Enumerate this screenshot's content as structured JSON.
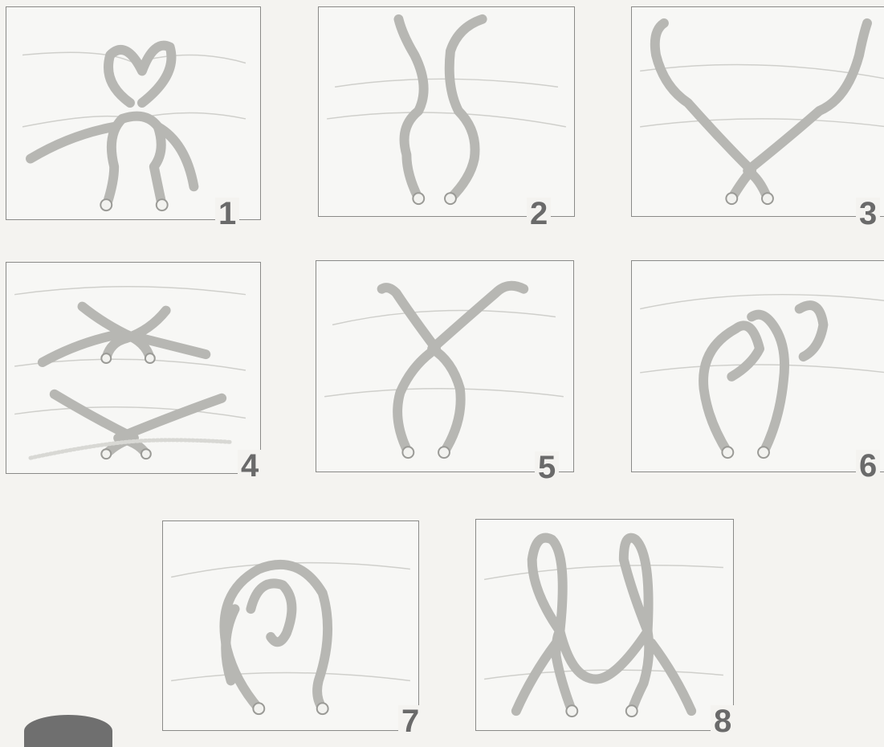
{
  "steps": [
    {
      "label": "1"
    },
    {
      "label": "2"
    },
    {
      "label": "3"
    },
    {
      "label": "4"
    },
    {
      "label": "5"
    },
    {
      "label": "6"
    },
    {
      "label": "7"
    },
    {
      "label": "8"
    }
  ],
  "colors": {
    "border": "#8a8a88",
    "lace": "#b7b7b3",
    "number": "#6a6a6a",
    "background": "#f4f3f0"
  }
}
